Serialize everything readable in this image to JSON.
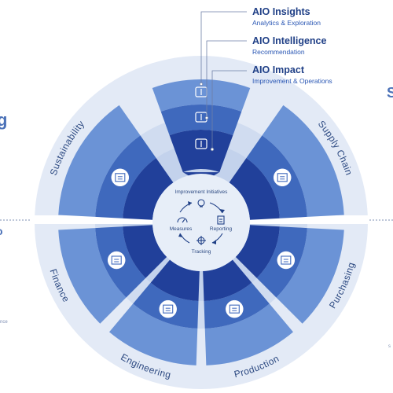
{
  "levels": [
    {
      "title": "AIO Insights",
      "subtitle": "Analytics & Exploration"
    },
    {
      "title": "AIO Intelligence",
      "subtitle": "Recommendation"
    },
    {
      "title": "AIO Impact",
      "subtitle": "Improvement & Operations"
    }
  ],
  "sectors": [
    {
      "label": "Supply Chain",
      "icon": "warehouse-icon"
    },
    {
      "label": "Purchasing",
      "icon": "network-people-icon"
    },
    {
      "label": "Production",
      "icon": "factory-truck-24h-icon"
    },
    {
      "label": "Engineering",
      "icon": "team-gears-icon"
    },
    {
      "label": "Finance",
      "icon": "calculator-report-icon"
    },
    {
      "label": "Sustainability",
      "icon": "globe-hand-icon"
    }
  ],
  "top_segment_icons": [
    "wheat-plant-icon",
    "monitor-gear-icon",
    "cloud-upload-icon"
  ],
  "cycle": {
    "title": "Improvement Initiatives",
    "measures": "Measures",
    "reporting": "Reporting",
    "tracking": "Tracking"
  },
  "colors": {
    "ring_outer": "#6b93d6",
    "ring_mid": "#3f69bd",
    "ring_inner": "#21409a",
    "gap_band": "#d5dff0",
    "hub": "#e7eef8",
    "title": "#1f3f86",
    "label": "#2d4a82"
  },
  "edge": {
    "left_glyph": "g",
    "left_glyph_2": "o",
    "left_small": "nce",
    "right_glyph": "S",
    "right_small": "s"
  }
}
